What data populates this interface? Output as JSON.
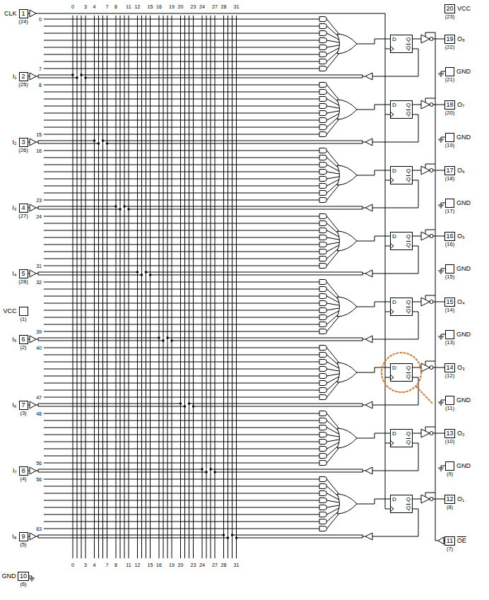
{
  "diagram": {
    "nodes": [
      {
        "text": [
          "CLK",
          "1",
          "(24)"
        ]
      },
      {
        "text": [
          "I₁",
          "2",
          "(25)"
        ]
      },
      {
        "text": [
          "I₂",
          "3",
          "(26)"
        ]
      },
      {
        "text": [
          "I₃",
          "4",
          "(27)"
        ]
      },
      {
        "text": [
          "I₄",
          "5",
          "(28)"
        ]
      },
      {
        "text": [
          "VCC",
          "(1)"
        ]
      },
      {
        "text": [
          "I₅",
          "6",
          "(2)"
        ]
      },
      {
        "text": [
          "I₆",
          "7",
          "(3)"
        ]
      },
      {
        "text": [
          "I₇",
          "8",
          "(4)"
        ]
      },
      {
        "text": [
          "I₈",
          "9",
          "(5)"
        ]
      },
      {
        "text": [
          "GND",
          "10",
          "(6)"
        ]
      },
      {
        "text": [
          "D",
          "Q",
          "Q"
        ]
      },
      {
        "text": [
          "D",
          "Q",
          "Q"
        ]
      },
      {
        "text": [
          "D",
          "Q",
          "Q"
        ]
      },
      {
        "text": [
          "D",
          "Q",
          "Q"
        ]
      },
      {
        "text": [
          "D",
          "Q",
          "Q"
        ]
      },
      {
        "text": [
          "D",
          "Q",
          "Q"
        ]
      },
      {
        "text": [
          "D",
          "Q",
          "Q"
        ]
      },
      {
        "text": [
          "D",
          "Q",
          "Q"
        ]
      },
      {
        "text": [
          "20",
          "VCC",
          "(23)"
        ]
      },
      {
        "text": [
          "19",
          "O₈",
          "(22)"
        ]
      },
      {
        "text": [
          "GND",
          "(21)"
        ]
      },
      {
        "text": [
          "18",
          "O₇",
          "(20)"
        ]
      },
      {
        "text": [
          "GND",
          "(19)"
        ]
      },
      {
        "text": [
          "17",
          "O₆",
          "(18)"
        ]
      },
      {
        "text": [
          "GND",
          "(17)"
        ]
      },
      {
        "text": [
          "16",
          "O₅",
          "(16)"
        ]
      },
      {
        "text": [
          "GND",
          "(15)"
        ]
      },
      {
        "text": [
          "15",
          "O₄",
          "(14)"
        ]
      },
      {
        "text": [
          "GND",
          "(13)"
        ]
      },
      {
        "text": [
          "14",
          "O₃",
          "(12)"
        ]
      },
      {
        "text": [
          "GND",
          "(11)"
        ]
      },
      {
        "text": [
          "13",
          "O₂",
          "(10)"
        ]
      },
      {
        "text": [
          "GND",
          "(9)"
        ]
      },
      {
        "text": [
          "12",
          "O₁",
          "(8)"
        ]
      },
      {
        "text": [
          "11",
          "OE",
          "(7)"
        ]
      }
    ],
    "labels": [
      "0",
      "3",
      "4",
      "7",
      "8",
      "11",
      "12",
      "15",
      "16",
      "19",
      "20",
      "23",
      "24",
      "27",
      "28",
      "31",
      "0",
      "7",
      "8",
      "15",
      "16",
      "23",
      "24",
      "31",
      "32",
      "39",
      "40",
      "47",
      "48",
      "56",
      "56",
      "63",
      "0",
      "3",
      "4",
      "7",
      "8",
      "11",
      "12",
      "15",
      "16",
      "19",
      "20",
      "23",
      "24",
      "27",
      "28",
      "31"
    ]
  }
}
